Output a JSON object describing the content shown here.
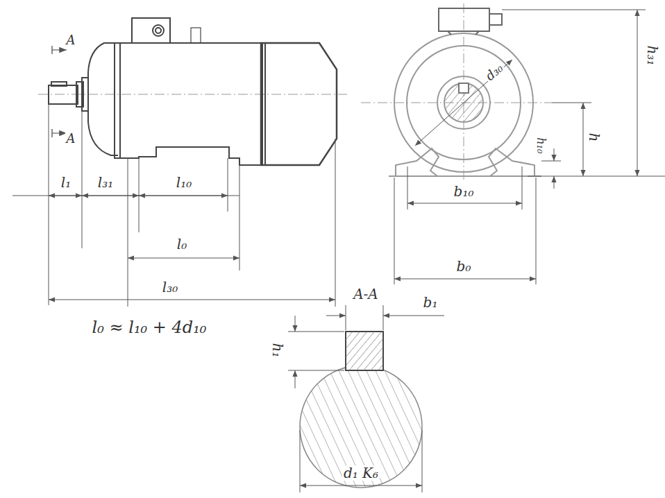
{
  "diagram": {
    "labels": [
      "A",
      "A",
      "l₁",
      "l₃₁",
      "l₁₀",
      "l₀",
      "l₃₀",
      "l₀ ≈ l₁₀ + 4d₁₀",
      "d₃₀",
      "h₃₁",
      "h",
      "h₁₀",
      "b₁₀",
      "b₀",
      "A-A",
      "b₁",
      "h₁",
      "d₁ K₆"
    ]
  }
}
